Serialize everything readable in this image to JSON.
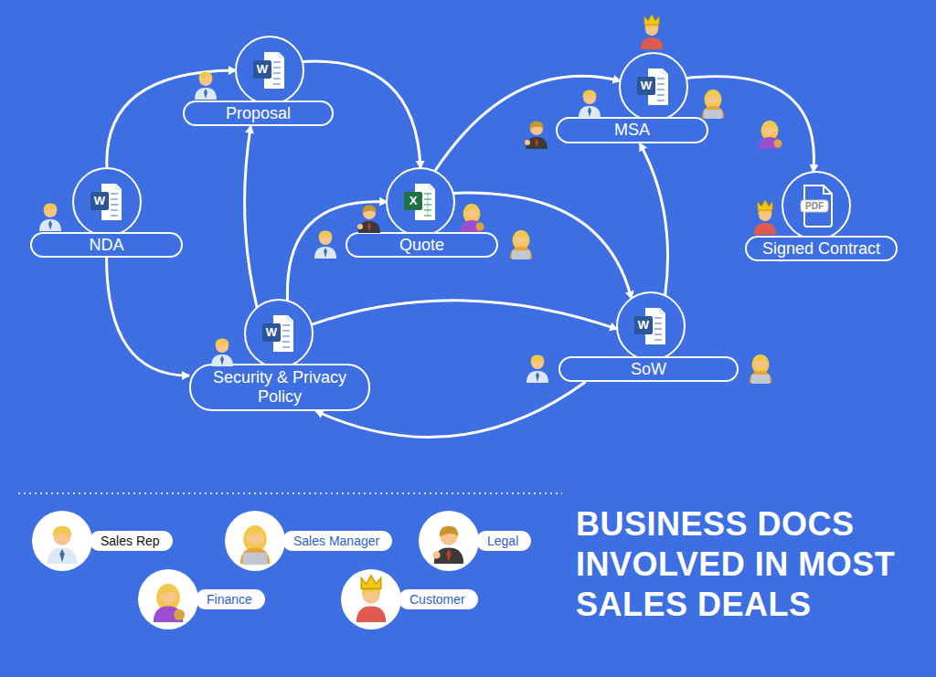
{
  "diagram": {
    "title": "BUSINESS DOCS INVOLVED IN MOST SALES DEALS",
    "nodes": [
      {
        "text": [
          "Proposal"
        ]
      },
      {
        "text": [
          "MSA"
        ]
      },
      {
        "text": [
          "NDA"
        ]
      },
      {
        "text": [
          "Quote"
        ]
      },
      {
        "text": [
          "Signed Contract"
        ]
      },
      {
        "text": [
          "Security & Privacy Policy"
        ]
      },
      {
        "text": [
          "SoW"
        ]
      }
    ],
    "edges": [
      {
        "from": 2,
        "to": 0,
        "arrow": "to"
      },
      {
        "from": 2,
        "to": 5,
        "arrow": "to"
      },
      {
        "from": 5,
        "to": 0,
        "arrow": "to"
      },
      {
        "from": 5,
        "to": 3,
        "arrow": "to"
      },
      {
        "from": 5,
        "to": 6,
        "arrow": "to"
      },
      {
        "from": 6,
        "to": 5,
        "arrow": "to"
      },
      {
        "from": 0,
        "to": 3,
        "arrow": "to"
      },
      {
        "from": 3,
        "to": 1,
        "arrow": "to"
      },
      {
        "from": 3,
        "to": 6,
        "arrow": "to"
      },
      {
        "from": 6,
        "to": 1,
        "arrow": "to"
      },
      {
        "from": 1,
        "to": 4,
        "arrow": "to"
      }
    ],
    "labels": [
      "W",
      "W",
      "W",
      "X",
      "PDF",
      "W",
      "W"
    ],
    "legend": [
      {
        "text": "Sales Rep"
      },
      {
        "text": "Sales Manager"
      },
      {
        "text": "Legal"
      },
      {
        "text": "Finance"
      },
      {
        "text": "Customer"
      }
    ]
  }
}
